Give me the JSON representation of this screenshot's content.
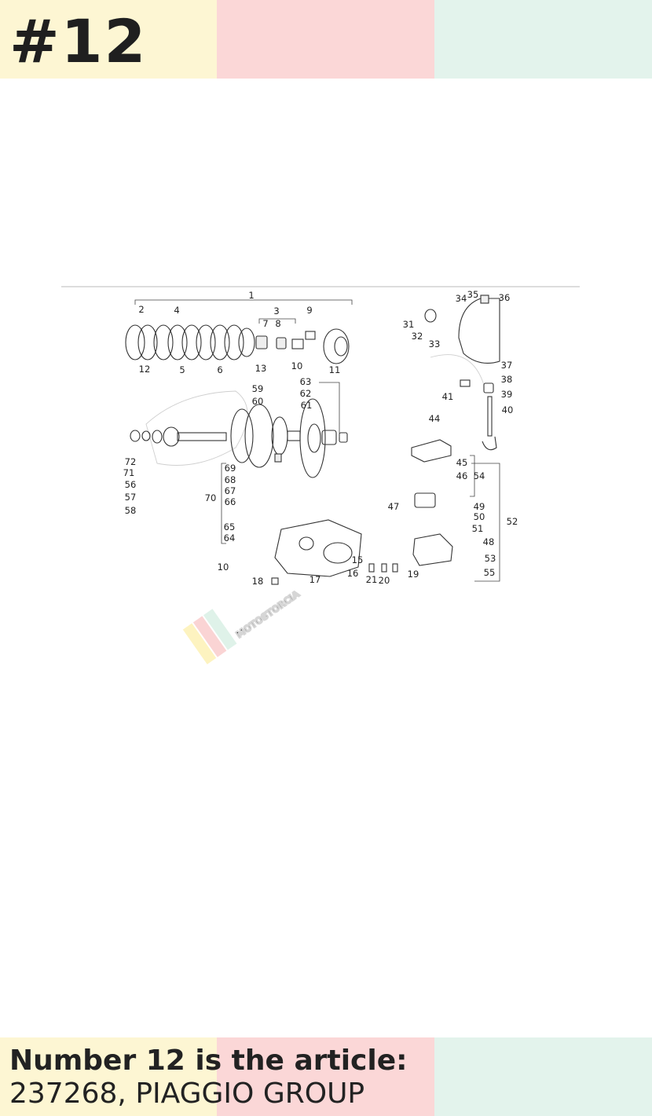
{
  "header": {
    "number": "#12"
  },
  "colors": {
    "band_yellow": "#fdf6d3",
    "band_pink": "#fbd7d7",
    "band_mint": "#e3f3ec"
  },
  "diagram": {
    "labels": [
      "1",
      "2",
      "3",
      "4",
      "5",
      "6",
      "7",
      "8",
      "9",
      "10",
      "10",
      "11",
      "12",
      "13",
      "15",
      "16",
      "17",
      "18",
      "19",
      "20",
      "21",
      "31",
      "32",
      "33",
      "34",
      "35",
      "36",
      "37",
      "38",
      "39",
      "40",
      "41",
      "44",
      "45",
      "46",
      "47",
      "48",
      "49",
      "50",
      "51",
      "52",
      "53",
      "54",
      "55",
      "56",
      "57",
      "58",
      "59",
      "60",
      "61",
      "62",
      "63",
      "64",
      "65",
      "66",
      "67",
      "68",
      "69",
      "70",
      "71",
      "72"
    ],
    "watermark": "MOTOSTORCIA"
  },
  "caption": {
    "line1": "Number 12 is the article:",
    "line2": "237268, PIAGGIO GROUP"
  }
}
